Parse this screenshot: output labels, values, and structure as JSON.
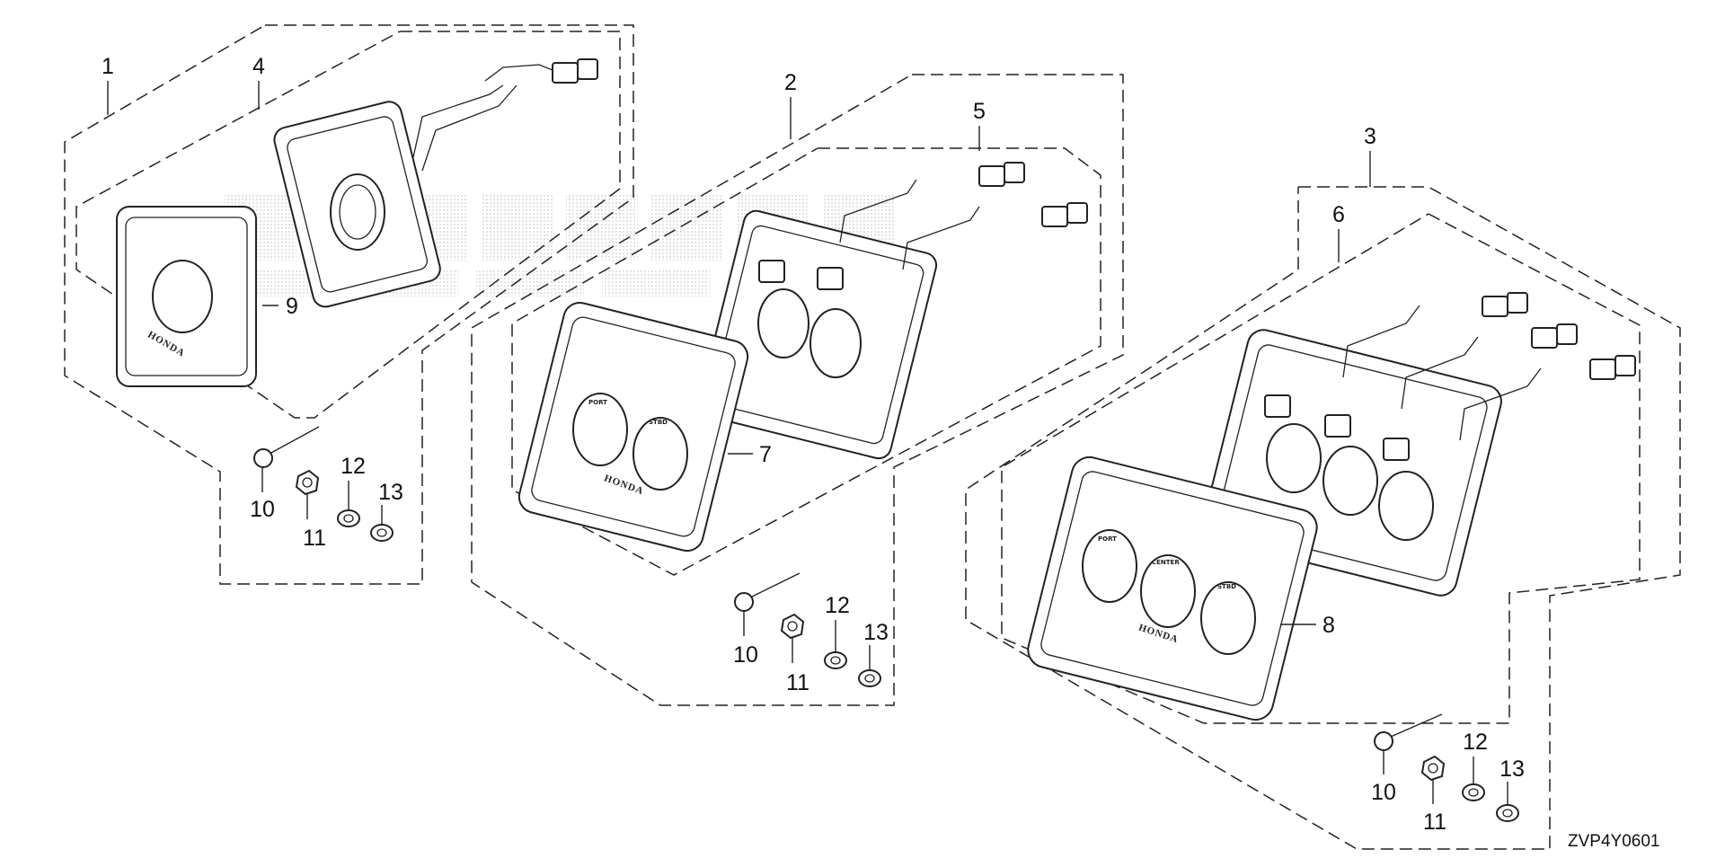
{
  "diagram": {
    "code": "ZVP4Y0601",
    "callouts": {
      "c1": "1",
      "c2": "2",
      "c3": "3",
      "c4": "4",
      "c5": "5",
      "c6": "6",
      "c7": "7",
      "c8": "8",
      "c9": "9",
      "a10": "10",
      "a11": "11",
      "a12": "12",
      "a13": "13",
      "b10": "10",
      "b11": "11",
      "b12": "12",
      "b13": "13",
      "d10": "10",
      "d11": "11",
      "d12": "12",
      "d13": "13"
    },
    "panel_labels": {
      "brand": "HONDA",
      "port": "PORT",
      "center": "CENTER",
      "stbd": "STBD"
    }
  }
}
